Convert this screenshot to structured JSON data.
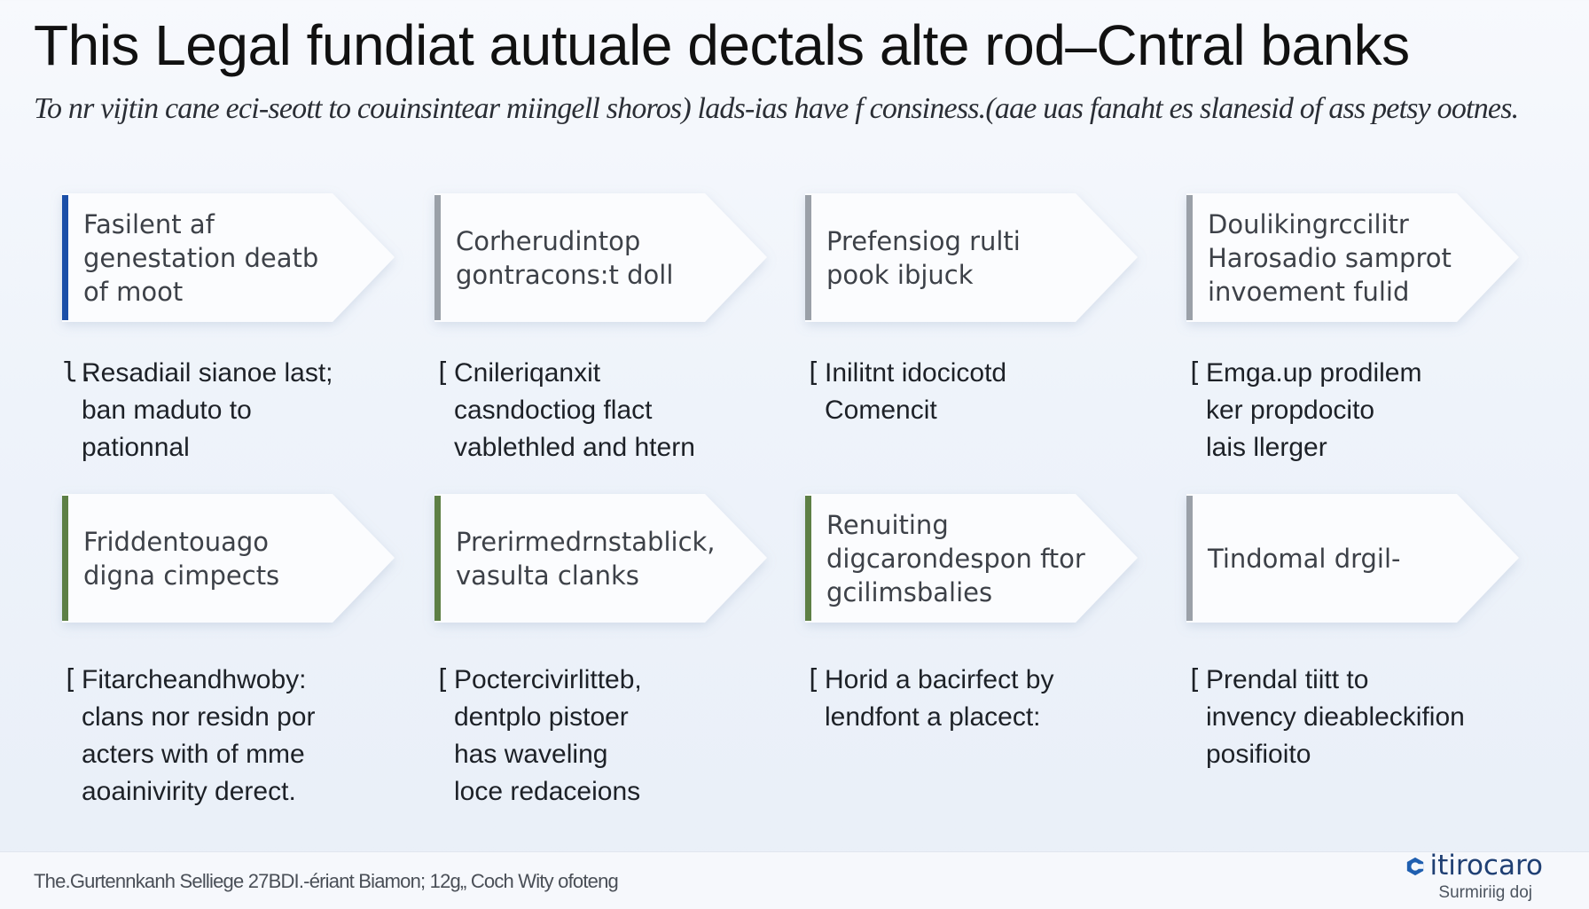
{
  "title": "This Legal fundiat autuale dectals alte rod–Cntral banks",
  "subtitle": "To nr vijtin cane eci-seott to couinsintear miingell shoros) lads-ias have f consiness.(aae uas fanaht es slanesid of ass petsy ootnes.",
  "colors": {
    "accent_blue": "#1b4fa8",
    "accent_green": "#5d7f45",
    "accent_gray": "#9aa0a8",
    "card_fill": "#fbfcfe",
    "brand": "#1f3f73"
  },
  "rows": [
    {
      "cards": [
        {
          "text": "Fasilent af\ngenestation deatb\nof moot",
          "accent": "blue"
        },
        {
          "text": "Corherudintop\ngontracons:t doll",
          "accent": "gray"
        },
        {
          "text": "Prefensiog rulti\npook ibjuck",
          "accent": "gray"
        },
        {
          "text": "Doulikingrccilitr\nHarosadio samprot\ninvoement fulid",
          "accent": "gray"
        }
      ],
      "descriptions": [
        {
          "marker": "l.",
          "text": "Resadiail sianoe last;\nban maduto to\npationnal"
        },
        {
          "marker": "[",
          "text": "Cnileriqanxit\ncasndoctiog flact\nvablethled and htern"
        },
        {
          "marker": "[",
          "text": "Inilitnt idocicotd\nComencit"
        },
        {
          "marker": "[",
          "text": "Emga.up prodilem\nker propdocito\nlais llerger"
        }
      ]
    },
    {
      "cards": [
        {
          "text": "Friddentouago\ndigna cimpects",
          "accent": "green"
        },
        {
          "text": "Prerirmedrnstablick,\nvasulta clanks",
          "accent": "green"
        },
        {
          "text": "Renuiting\ndigcarondespon ftor\ngcilimsbalies",
          "accent": "green"
        },
        {
          "text": "Tindomal drgil-",
          "accent": "gray"
        }
      ],
      "descriptions": [
        {
          "marker": "[",
          "text": "Fitarcheandhwoby:\nclans nor residn por\nacters with of mme\naoainivirity derect."
        },
        {
          "marker": "[",
          "text": "Poctercivirlitteb,\ndentplo pistoer\nhas waveling\nloce redaceions"
        },
        {
          "marker": "[",
          "text": "Horid a bacirfect by\nlendfont a placect:"
        },
        {
          "marker": "[",
          "text": "Prendal tiitt to\ninvency dieableckifion\nposifioito"
        }
      ]
    }
  ],
  "footer": {
    "note": "The.Gurtennkanh Selliege 27BDI.-ériant Biamon; 12g„ Coch Wity ofoteng",
    "brand_name": "itirocaro",
    "brand_tagline": "Surmiriig doj",
    "brand_icon": "hex-logo-icon"
  }
}
